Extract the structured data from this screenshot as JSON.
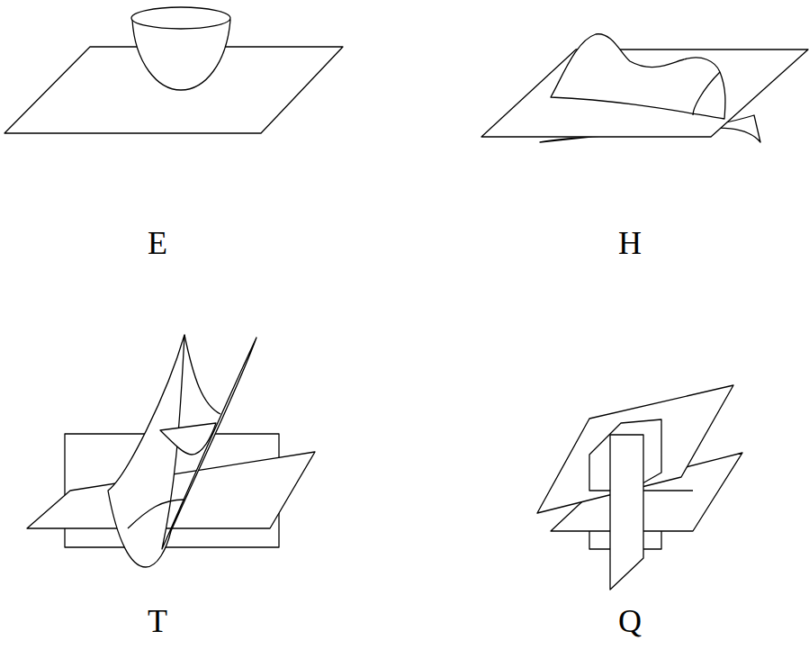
{
  "diagram": {
    "labels": [
      "E",
      "H",
      "T",
      "Q"
    ]
  }
}
